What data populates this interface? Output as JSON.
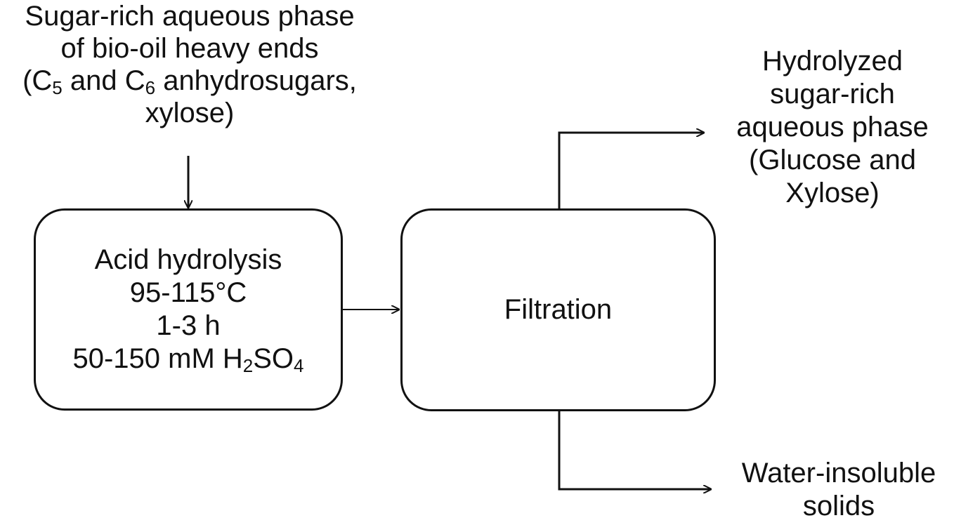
{
  "input": {
    "line1": "Sugar-rich aqueous phase",
    "line2": "of bio-oil heavy ends",
    "line3_pre": "(C",
    "line3_sub1": "5",
    "line3_mid": " and C",
    "line3_sub2": "6",
    "line3_post": " anhydrosugars,",
    "line4": "xylose)"
  },
  "hydrolysis": {
    "title": "Acid hydrolysis",
    "temperature": "95-115°C",
    "time": "1-3 h",
    "acid_pre": "50-150 mM H",
    "acid_sub1": "2",
    "acid_mid": "SO",
    "acid_sub2": "4"
  },
  "filtration": {
    "title": "Filtration"
  },
  "output_liquid": {
    "line1": "Hydrolyzed",
    "line2": "sugar-rich",
    "line3": "aqueous phase",
    "line4": "(Glucose and",
    "line5": "Xylose)"
  },
  "output_solid": {
    "line1": "Water-insoluble",
    "line2": "solids"
  }
}
